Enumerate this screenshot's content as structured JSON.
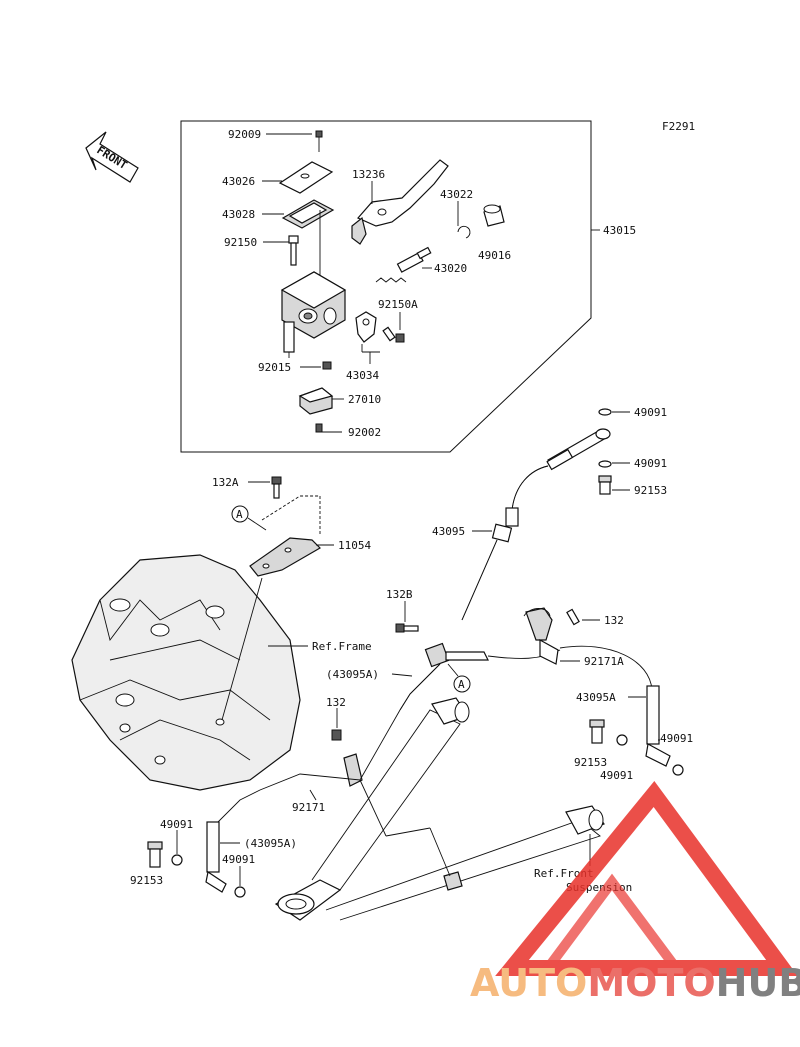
{
  "figure_code": "F2291",
  "front_arrow_label": "FRONT",
  "parts": {
    "p92009": "92009",
    "p43026": "43026",
    "p43028": "43028",
    "p92150": "92150",
    "p92015": "92015",
    "p13236": "13236",
    "p43022": "43022",
    "p49016": "49016",
    "p43020": "43020",
    "p92150A": "92150A",
    "p43034": "43034",
    "p27010": "27010",
    "p92002": "92002",
    "p43015": "43015",
    "p49091_a": "49091",
    "p49091_b": "49091",
    "p92153_a": "92153",
    "p132A": "132A",
    "p11054": "11054",
    "p43095": "43095",
    "p132B": "132B",
    "p132_a": "132",
    "p92171A": "92171A",
    "p43095A_paren_a": "(43095A)",
    "p43095A": "43095A",
    "p132_b": "132",
    "p92153_b": "92153",
    "p49091_c": "49091",
    "p49091_d": "49091",
    "p92171": "92171",
    "p49091_e": "49091",
    "p92153_c": "92153",
    "p43095A_paren_b": "(43095A)",
    "p49091_f": "49091"
  },
  "callouts": {
    "a_marker_1": "A",
    "a_marker_2": "A"
  },
  "refs": {
    "ref_frame": "Ref.Frame",
    "ref_front_line1": "Ref.Front",
    "ref_front_line2": "Suspension"
  },
  "watermark": {
    "part1": "AUTO",
    "part2": "MOTO",
    "part3": "HUB",
    "color1": "#f5b06a",
    "color2": "#e8574f",
    "color3": "#6b6b6b",
    "logo_color": "#e8312a"
  }
}
